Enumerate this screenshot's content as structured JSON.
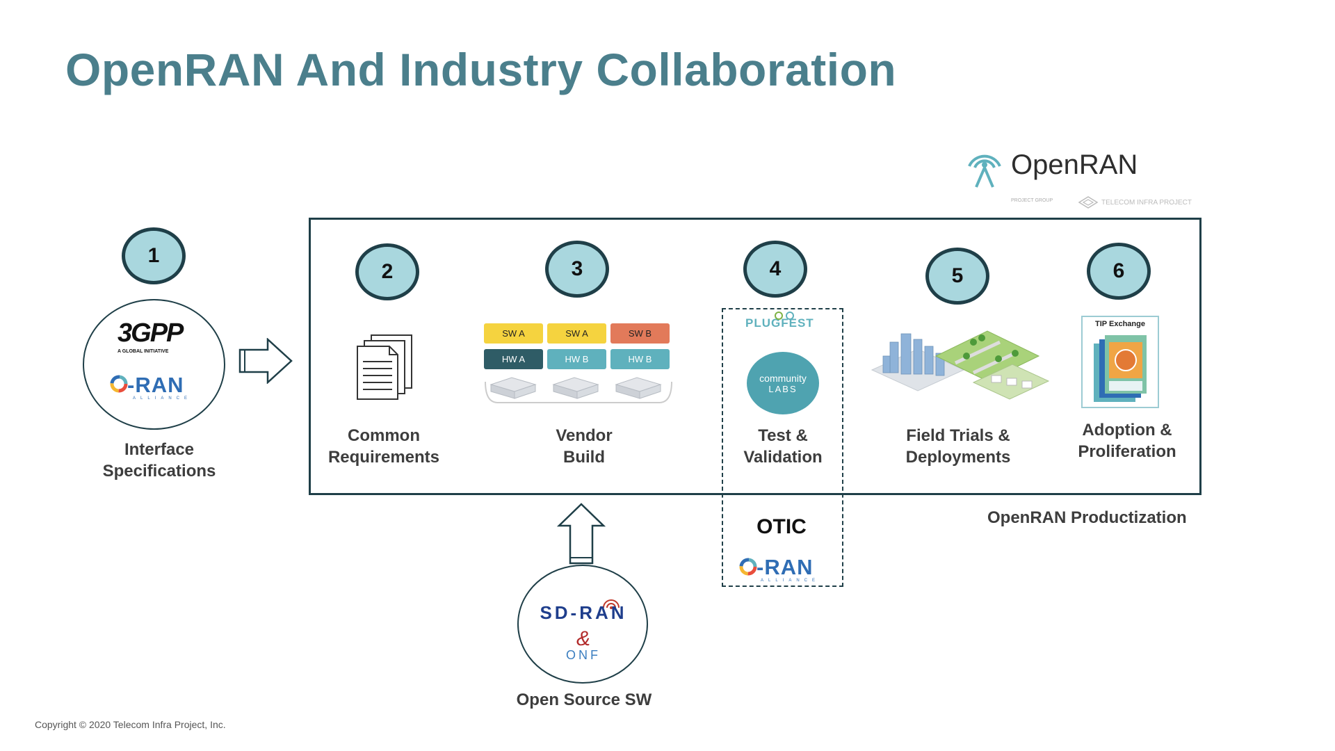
{
  "title": "OpenRAN And Industry Collaboration",
  "logo": {
    "name": "OpenRAN",
    "subtitle_left": "PROJECT GROUP",
    "subtitle_right": "TELECOM INFRA PROJECT"
  },
  "steps": [
    {
      "num": "1",
      "label_line1": "Interface",
      "label_line2": "Specifications"
    },
    {
      "num": "2",
      "label_line1": "Common",
      "label_line2": "Requirements"
    },
    {
      "num": "3",
      "label_line1": "Vendor",
      "label_line2": "Build"
    },
    {
      "num": "4",
      "label_line1": "Test &",
      "label_line2": "Validation"
    },
    {
      "num": "5",
      "label_line1": "Field Trials &",
      "label_line2": "Deployments"
    },
    {
      "num": "6",
      "label_line1": "Adoption &",
      "label_line2": "Proliferation"
    }
  ],
  "spec_logos": {
    "threegpp": "3GPP",
    "threegpp_tag": "A GLOBAL INITIATIVE",
    "oran": "-RAN",
    "oran_sub": "ALLIANCE"
  },
  "vendor_chips": {
    "row1": [
      "SW A",
      "SW A",
      "SW B"
    ],
    "row2": [
      "HW A",
      "HW B",
      "HW B"
    ]
  },
  "test_logos": {
    "plugfest": "PLUGFEST",
    "community": "community",
    "labs": "LABS",
    "otic": "OTIC",
    "oran": "-RAN",
    "oran_sub": "ALLIANCE"
  },
  "tip_exchange": "TIP Exchange",
  "productization_label": "OpenRAN Productization",
  "open_source": {
    "label": "Open Source SW",
    "sdran": "SD-RAN",
    "amp": "&",
    "onf": "ONF"
  },
  "copyright": "Copyright © 2020 Telecom Infra Project, Inc.",
  "colors": {
    "title": "#4b7f8c",
    "circle_fill": "#a9d7de",
    "frame": "#1f3f48",
    "chip_yellow": "#f5d33f",
    "chip_orange": "#e27a5a",
    "chip_dark": "#2f5c66",
    "chip_teal": "#5fb1bd"
  }
}
